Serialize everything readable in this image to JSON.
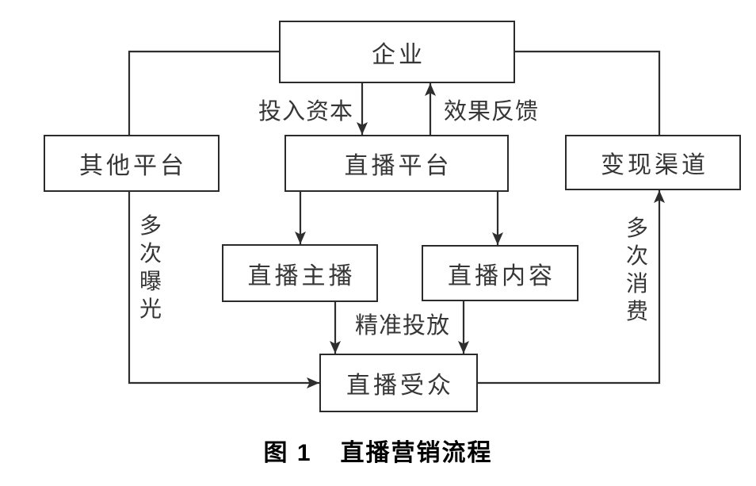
{
  "figure": {
    "nodes": {
      "enterprise": "企业",
      "other_platforms": "其他平台",
      "live_platform": "直播平台",
      "monetization_channel": "变现渠道",
      "live_streamer": "直播主播",
      "live_content": "直播内容",
      "live_audience": "直播受众"
    },
    "edge_labels": {
      "invest_capital": "投入资本",
      "effect_feedback": "效果反馈",
      "multiple_exposure": "多次曝光",
      "multiple_consumption": "多次消费",
      "precise_targeting": "精准投放"
    },
    "caption": {
      "number": "图 1",
      "title": "直播营销流程"
    },
    "colors": {
      "line": "#2e2e2e",
      "box_border": "#2b2b2b",
      "text": "#363636",
      "caption_text": "#000000",
      "background": "#ffffff"
    }
  }
}
